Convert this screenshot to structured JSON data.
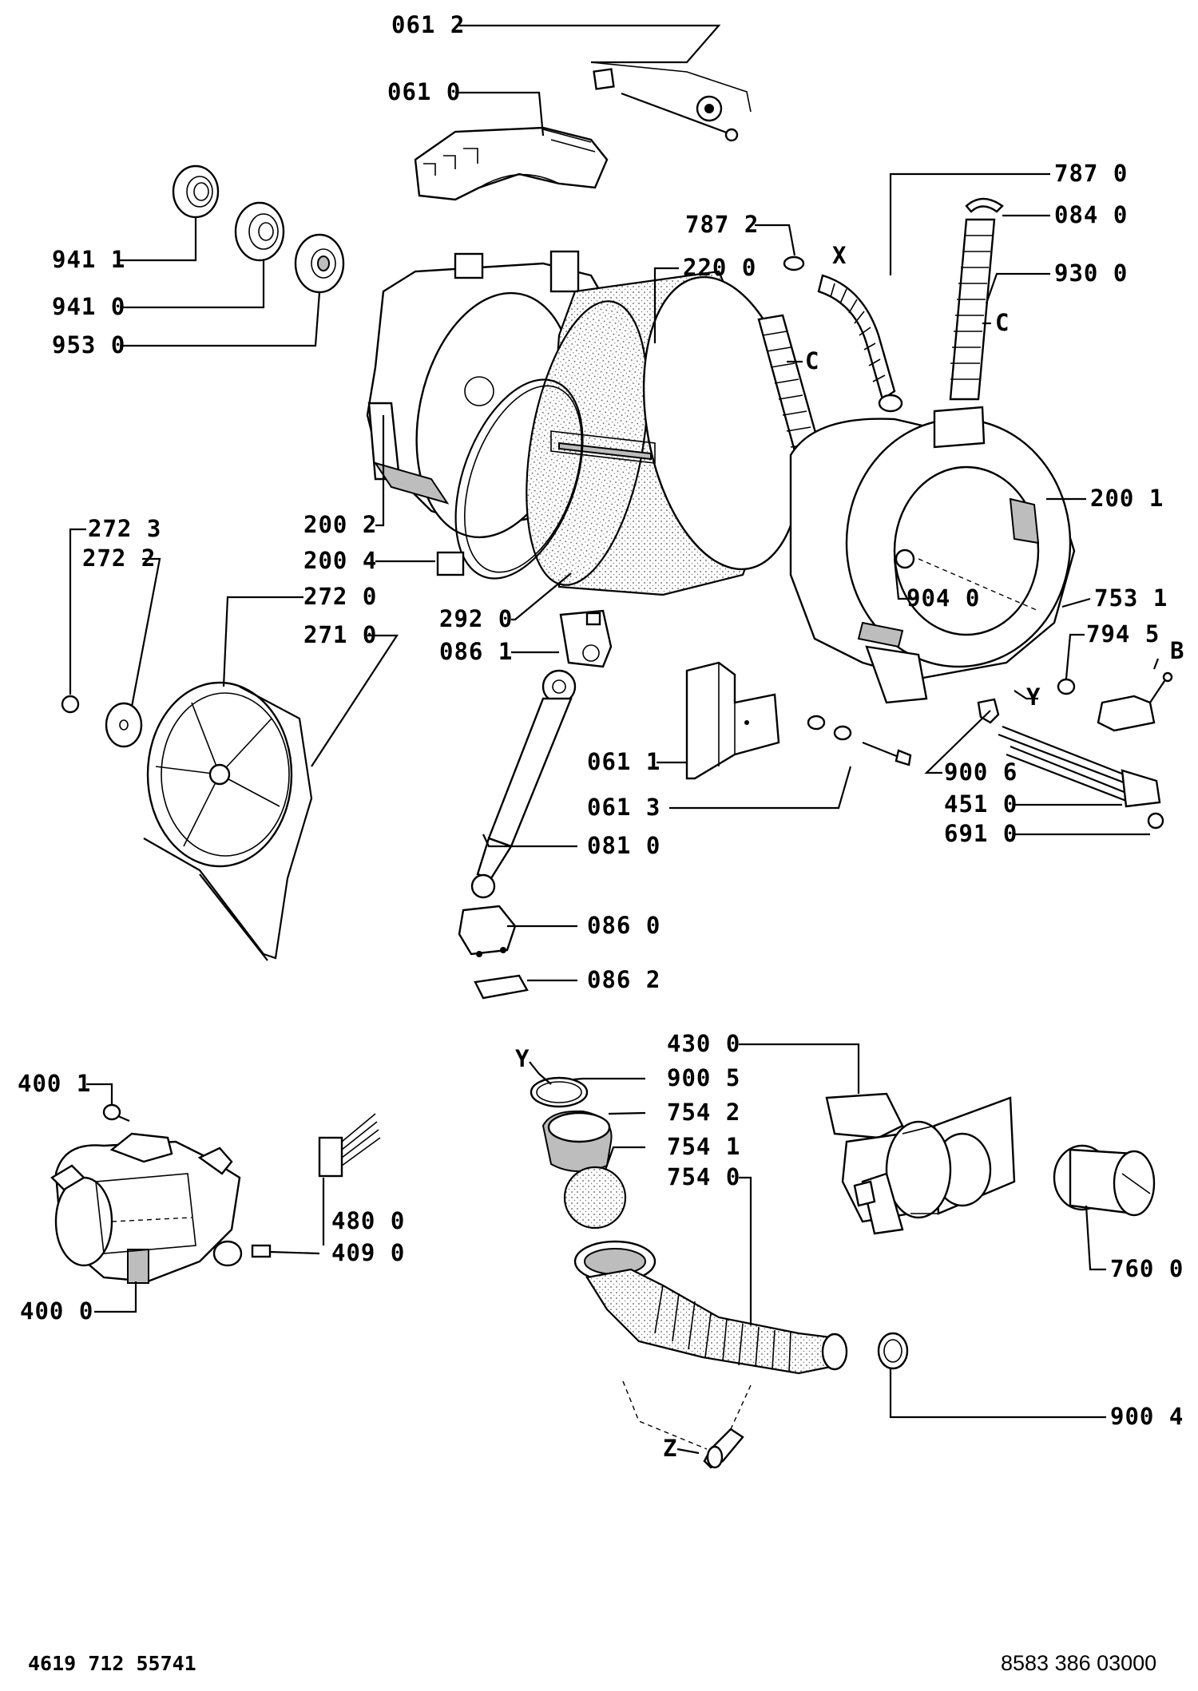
{
  "labels": {
    "l0612": "061 2",
    "l0610": "061 0",
    "l7870": "787 0",
    "l0840": "084 0",
    "l7872": "787 2",
    "x_mark": "X",
    "l2200": "220 0",
    "l9300": "930 0",
    "l9411": "941 1",
    "l9410": "941 0",
    "l9530": "953 0",
    "c_mark_1": "C",
    "c_mark_2": "C",
    "l2001": "200 1",
    "l2723": "272 3",
    "l2722": "272 2",
    "l2002": "200 2",
    "l2004": "200 4",
    "l9040": "904 0",
    "l7531": "753 1",
    "l2720": "272 0",
    "l2710": "271 0",
    "l2920": "292 0",
    "l7945": "794 5",
    "b_mark": "B",
    "l0861": "086 1",
    "y_mark_1": "Y",
    "l0611": "061 1",
    "l9006": "900 6",
    "l0613": "061 3",
    "l4510": "451 0",
    "l6910": "691 0",
    "l0810": "081 0",
    "l0860": "086 0",
    "l0862": "086 2",
    "l4300": "430 0",
    "y_mark_2": "Y",
    "l9005": "900 5",
    "l4001": "400 1",
    "l7542": "754 2",
    "l7541": "754 1",
    "l7540": "754 0",
    "l4800": "480 0",
    "l4090": "409 0",
    "l4000": "400 0",
    "l7600": "760 0",
    "l9004": "900 4",
    "z_mark": "Z"
  },
  "footer": {
    "left_code": "4619 712 55741",
    "right_code": "8583 386 03000"
  }
}
